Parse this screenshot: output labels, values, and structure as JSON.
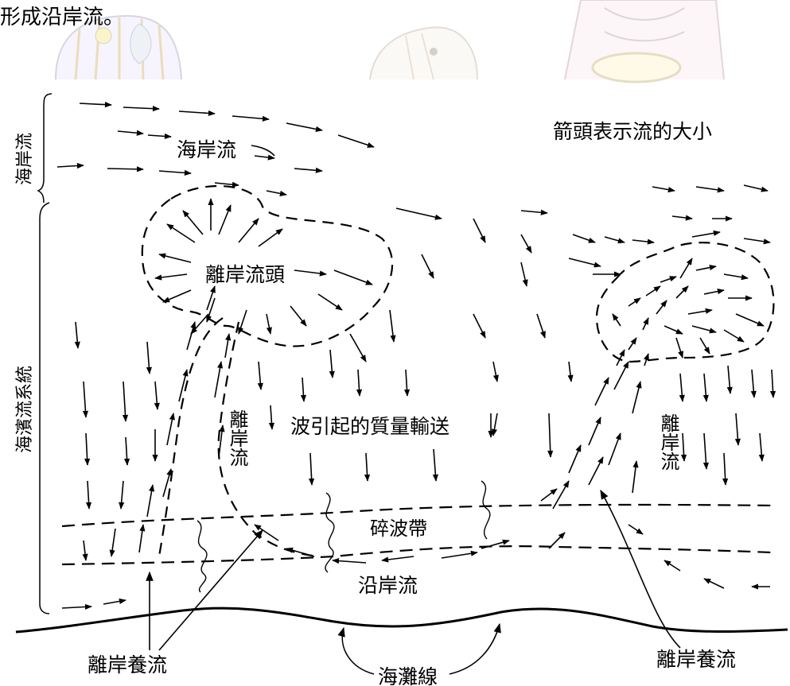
{
  "header_text": "形成沿岸流。",
  "diagram": {
    "legend_note": "箭頭表示流的大小",
    "side_labels": {
      "coastal_current": "海岸流",
      "nearshore_system": "海濱流系統"
    },
    "labels": {
      "coastal_current": "海岸流",
      "rip_head": "離岸流頭",
      "rip_current_left": "離岸流",
      "rip_current_right": "離岸流",
      "mass_transport": "波引起的質量輸送",
      "surf_zone": "碎波帶",
      "longshore_current": "沿岸流",
      "feeder_left": "離岸養流",
      "feeder_right": "離岸養流",
      "shoreline": "海灘線"
    }
  }
}
